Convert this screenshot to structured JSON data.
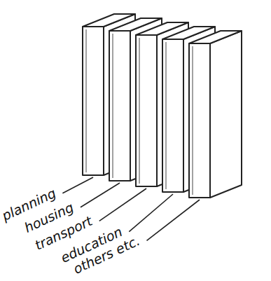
{
  "diagram": {
    "labels": [
      "planning",
      "housing",
      "transport",
      "education",
      "others etc."
    ]
  }
}
